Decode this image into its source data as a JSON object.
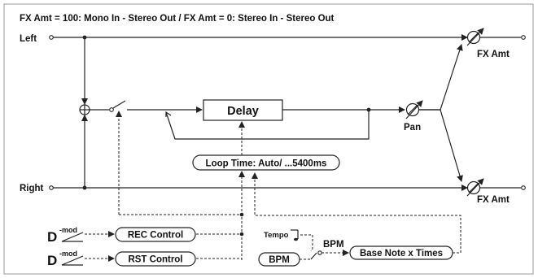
{
  "title": "FX Amt = 100: Mono In - Stereo Out  /  FX Amt = 0: Stereo In - Stereo Out",
  "inputs": {
    "left": "Left",
    "right": "Right"
  },
  "blocks": {
    "delay": "Delay",
    "loop_time": "Loop Time: Auto/ ...5400ms",
    "rec_control": "REC Control",
    "rst_control": "RST Control",
    "bpm_box": "BPM",
    "base_note": "Base Note x Times"
  },
  "labels": {
    "fx_amt_top": "FX Amt",
    "fx_amt_bottom": "FX Amt",
    "pan": "Pan",
    "tempo": "Tempo",
    "bpm_switch": "BPM",
    "dmod_1": "D",
    "dmod_1_sup": "-mod",
    "dmod_2": "D",
    "dmod_2_sup": "-mod"
  },
  "icons": [
    "summing-junction-icon",
    "switch-icon",
    "knob-icon",
    "note-icon",
    "dmod-icon"
  ]
}
